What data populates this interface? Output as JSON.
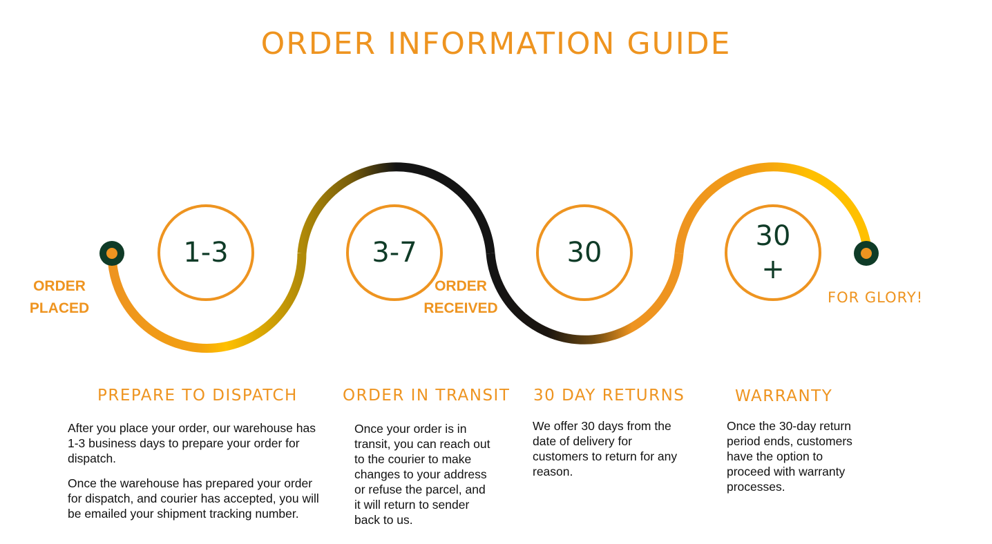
{
  "title": "ORDER INFORMATION GUIDE",
  "colors": {
    "accent": "#ee9420",
    "gold": "#ffc000",
    "dark_green": "#0f3b27",
    "black": "#111111",
    "body_text": "#111111"
  },
  "timeline": {
    "start_label_line1": "ORDER",
    "start_label_line2": "PLACED",
    "mid_label_line1": "ORDER",
    "mid_label_line2": "RECEIVED",
    "end_label": "FOR GLORY!",
    "circles": [
      {
        "value": "1-3"
      },
      {
        "value": "3-7"
      },
      {
        "value": "30"
      },
      {
        "value_line1": "30",
        "value_line2": "+"
      }
    ]
  },
  "sections": [
    {
      "title": "PREPARE TO DISPATCH",
      "paragraphs": [
        "After you place your order, our warehouse has 1-3 business days to prepare your order for dispatch.",
        "Once the warehouse has prepared your order for dispatch, and courier has accepted, you will be emailed your shipment tracking number."
      ]
    },
    {
      "title": "ORDER IN TRANSIT",
      "paragraphs": [
        "Once your order is in transit, you can reach out to the courier to make changes to your address or refuse the parcel, and it will return to sender back to us."
      ]
    },
    {
      "title": "30 DAY RETURNS",
      "paragraphs": [
        "We offer 30 days from the date of delivery for customers to return for any reason."
      ]
    },
    {
      "title": "WARRANTY",
      "paragraphs": [
        "Once the 30-day return period ends, customers have the option to proceed with warranty processes."
      ]
    }
  ]
}
